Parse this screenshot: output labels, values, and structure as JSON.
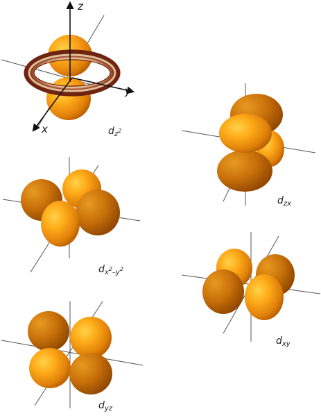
{
  "axes": {
    "z": "z",
    "y": "y",
    "x": "x"
  },
  "orbitals": [
    {
      "id": "dz2",
      "base": "d",
      "sub": "z",
      "sup": "2"
    },
    {
      "id": "dzx",
      "base": "d",
      "sub": "zx"
    },
    {
      "id": "dx2y2",
      "base": "d",
      "sub": "x",
      "sup1": "2",
      "mid": "–y",
      "sup2": "2"
    },
    {
      "id": "dxy",
      "base": "d",
      "sub": "xy"
    },
    {
      "id": "dyz",
      "base": "d",
      "sub": "yz"
    }
  ],
  "colors": {
    "lobe_light": "#ffc02a",
    "lobe_mid": "#f59a10",
    "lobe_dark": "#b85e00",
    "torus_dark": "#7a2a10",
    "torus_light": "#f3d6a8",
    "axis_line": "#555555"
  }
}
